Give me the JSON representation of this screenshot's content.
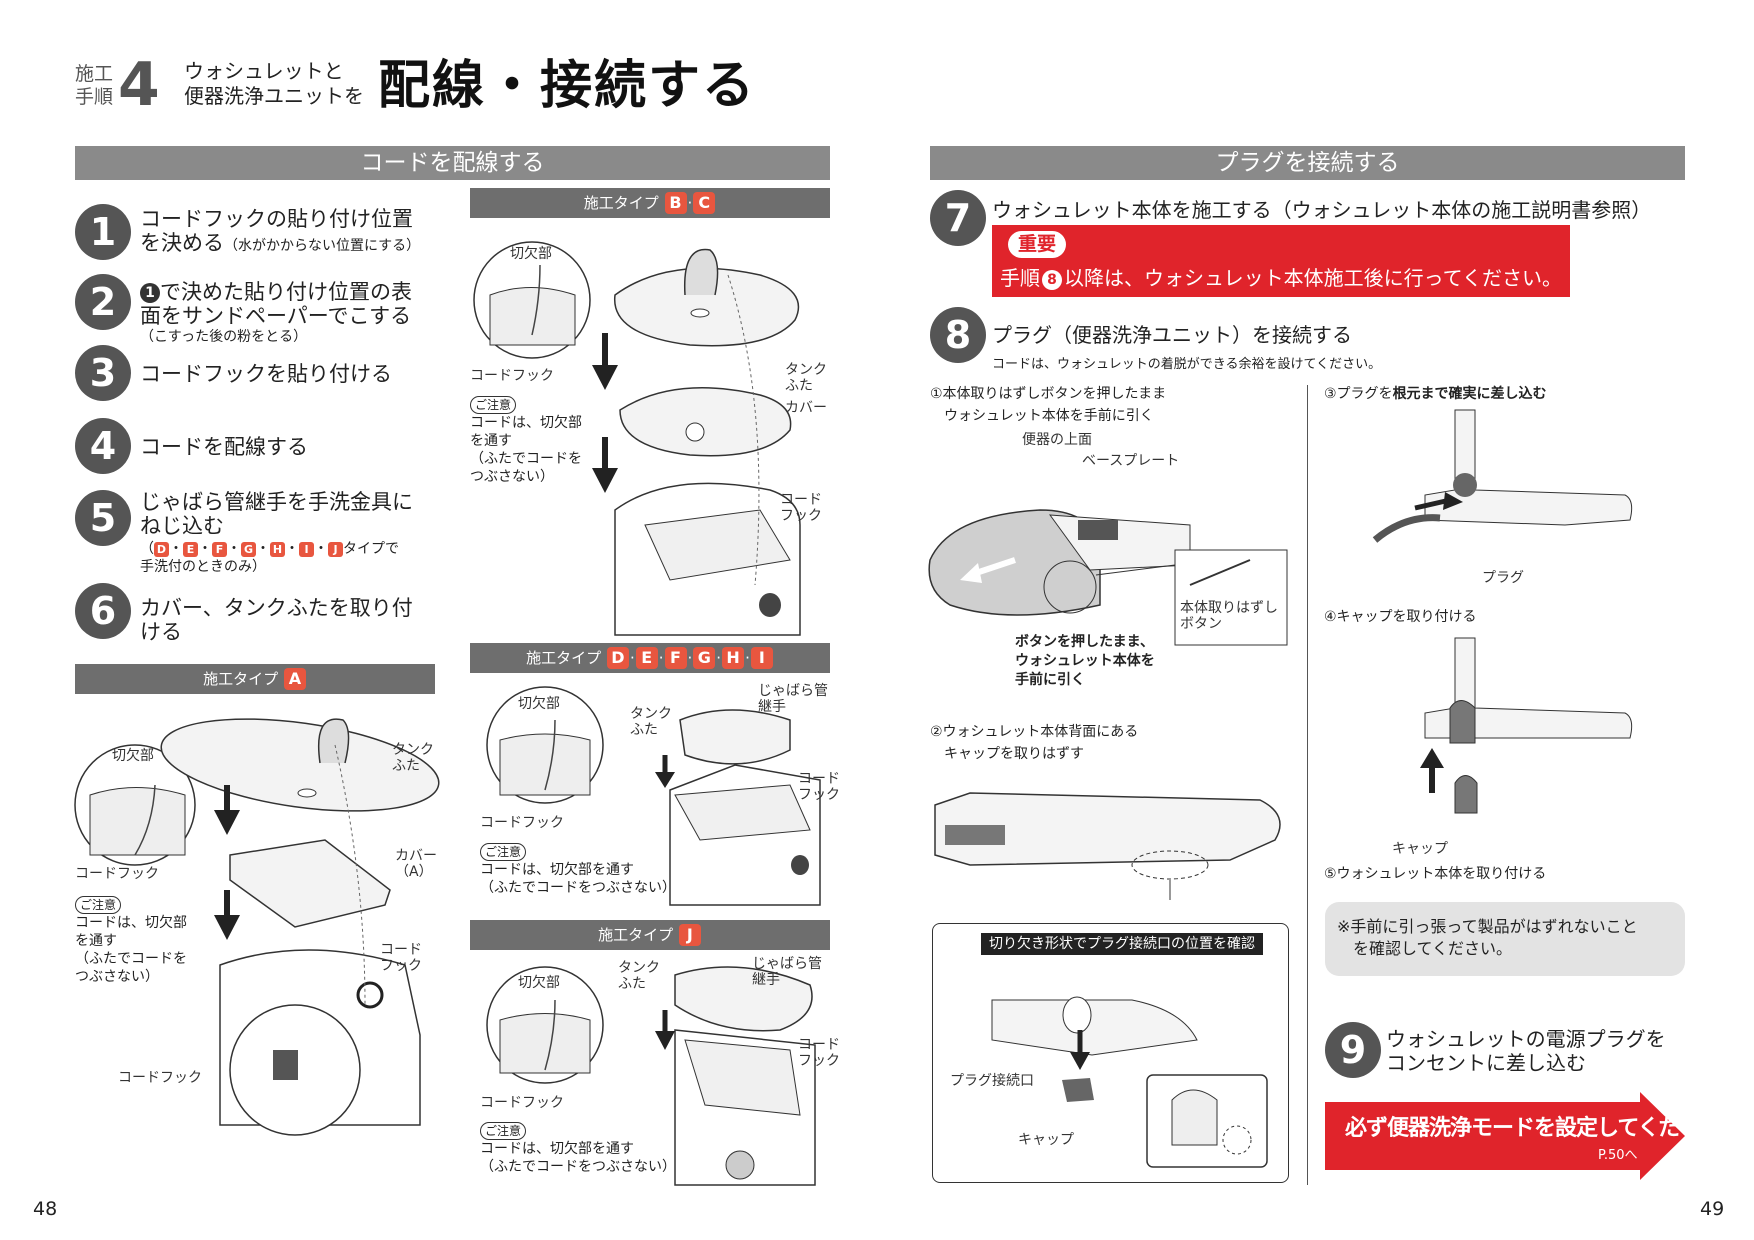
{
  "header": {
    "kind_line1": "施工",
    "kind_line2": "手順",
    "step_number": "4",
    "sub_line1": "ウォシュレットと",
    "sub_line2": "便器洗浄ユニットを",
    "title": "配線・接続する"
  },
  "left": {
    "section_title": "コードを配線する",
    "steps": [
      {
        "num": "1",
        "line1": "コードフックの貼り付け位置",
        "line2": "を決める",
        "note": "（水がかからない位置にする）"
      },
      {
        "num": "2",
        "marker": "1",
        "line1": "で決めた貼り付け位置の表",
        "line2": "面をサンドペーパーでこする",
        "note": "（こすった後の粉をとる）"
      },
      {
        "num": "3",
        "line1": "コードフックを貼り付ける"
      },
      {
        "num": "4",
        "line1": "コードを配線する"
      },
      {
        "num": "5",
        "line1": "じゃばら管継手を手洗金具に",
        "line2": "ねじ込む",
        "note_open": "（",
        "tags": [
          "D",
          "E",
          "F",
          "G",
          "H",
          "I",
          "J"
        ],
        "sep": "・",
        "note_tail": "タイプで",
        "note2": "手洗付のときのみ）"
      },
      {
        "num": "6",
        "line1": "カバー、タンクふたを取り付",
        "line2": "ける"
      }
    ],
    "type_label": "施工タイプ",
    "type_bc": [
      "B",
      "C"
    ],
    "type_dei": [
      "D",
      "E",
      "F",
      "G",
      "H",
      "I"
    ],
    "type_j": [
      "J"
    ],
    "type_a": [
      "A"
    ],
    "labels": {
      "kirikake": "切欠部",
      "cord_hook": "コードフック",
      "tank_futa_1": "タンク",
      "tank_futa_2": "ふた",
      "cover": "カバー",
      "cover_a": "カバー",
      "cover_a2": "（A）",
      "cord_1": "コード",
      "cord_2": "フック",
      "jabara_1": "じゃばら管",
      "jabara_2": "継手",
      "caution": "ご注意",
      "caution_bc_1": "コードは、切欠部",
      "caution_bc_2": "を通す",
      "caution_bc_3": "（ふたでコードを",
      "caution_bc_4": "つぶさない）",
      "caution_de_1": "コードは、切欠部を通す",
      "caution_de_2": "（ふたでコードをつぶさない）"
    },
    "page_number": "48"
  },
  "right": {
    "section_title": "プラグを接続する",
    "step7": {
      "num": "7",
      "text": "ウォシュレット本体を施工する（ウォシュレット本体の施工説明書参照）",
      "important": "重要",
      "warn_pre": "手順",
      "warn_num": "8",
      "warn_post": "以降は、ウォシュレット本体施工後に行ってください。"
    },
    "step8": {
      "num": "8",
      "text": "プラグ（便器洗浄ユニット）を接続する",
      "sub": "コードは、ウォシュレットの着脱ができる余裕を設けてください。"
    },
    "sub1_1": "①本体取りはずしボタンを押したまま",
    "sub1_2": "ウォシュレット本体を手前に引く",
    "benki_top": "便器の上面",
    "base_plate": "ベースプレート",
    "release_btn_1": "本体取りはずし",
    "release_btn_2": "ボタン",
    "push_note_1": "ボタンを押したまま、",
    "push_note_2": "ウォシュレット本体を",
    "push_note_3": "手前に引く",
    "sub2_1": "②ウォシュレット本体背面にある",
    "sub2_2": "キャップを取りはずす",
    "check_label": "切り欠き形状でプラグ接続口の位置を確認",
    "plug_port": "プラグ接続口",
    "cap": "キャップ",
    "sub3_pre": "③プラグを",
    "sub3_bold": "根元まで確実に差し込む",
    "plug": "プラグ",
    "sub4": "④キャップを取り付ける",
    "cap2": "キャップ",
    "sub5": "⑤ウォシュレット本体を取り付ける",
    "caution_box_1": "※手前に引っ張って製品がはずれないこと",
    "caution_box_2": "を確認してください。",
    "step9": {
      "num": "9",
      "line1": "ウォシュレットの電源プラグを",
      "line2": "コンセントに差し込む"
    },
    "banner": "必ず便器洗浄モードを設定してください",
    "banner_ref": "P.50へ",
    "page_number": "49"
  },
  "colors": {
    "gray_bar": "#8a8a8a",
    "circle": "#555555",
    "accent_red": "#e8563f",
    "warn_red": "#e0242b"
  }
}
